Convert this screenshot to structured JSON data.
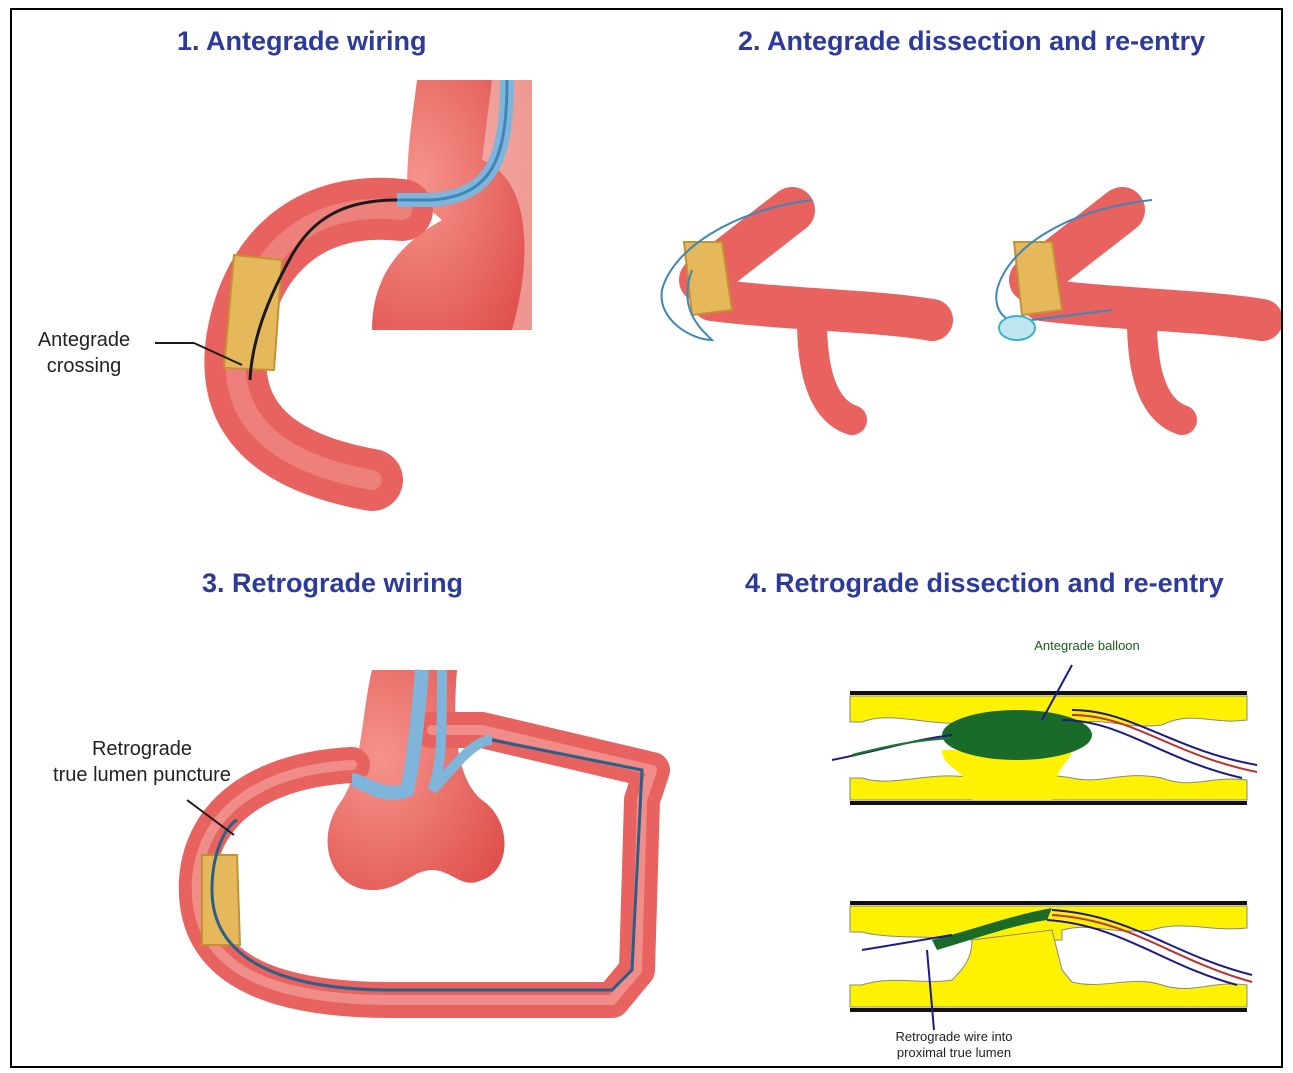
{
  "panels": {
    "p1": {
      "title": "1. Antegrade wiring",
      "label_line1": "Antegrade",
      "label_line2": "crossing"
    },
    "p2": {
      "title": "2. Antegrade dissection and re-entry"
    },
    "p3": {
      "title": "3. Retrograde wiring",
      "label_line1": "Retrograde",
      "label_line2": "true lumen puncture"
    },
    "p4": {
      "title": "4. Retrograde dissection and re-entry",
      "top_label": "Antegrade balloon",
      "bottom_label_line1": "Retrograde wire into",
      "bottom_label_line2": "proximal true lumen"
    }
  },
  "colors": {
    "title": "#2b3a9c",
    "vessel": "#e8635f",
    "vessel_light": "#f3a19c",
    "plaque": "#e6b85c",
    "wire_blue": "#3e86b8",
    "catheter": "#7fb5da",
    "yellow_plaque": "#fff200",
    "balloon": "#1a6b2a"
  }
}
